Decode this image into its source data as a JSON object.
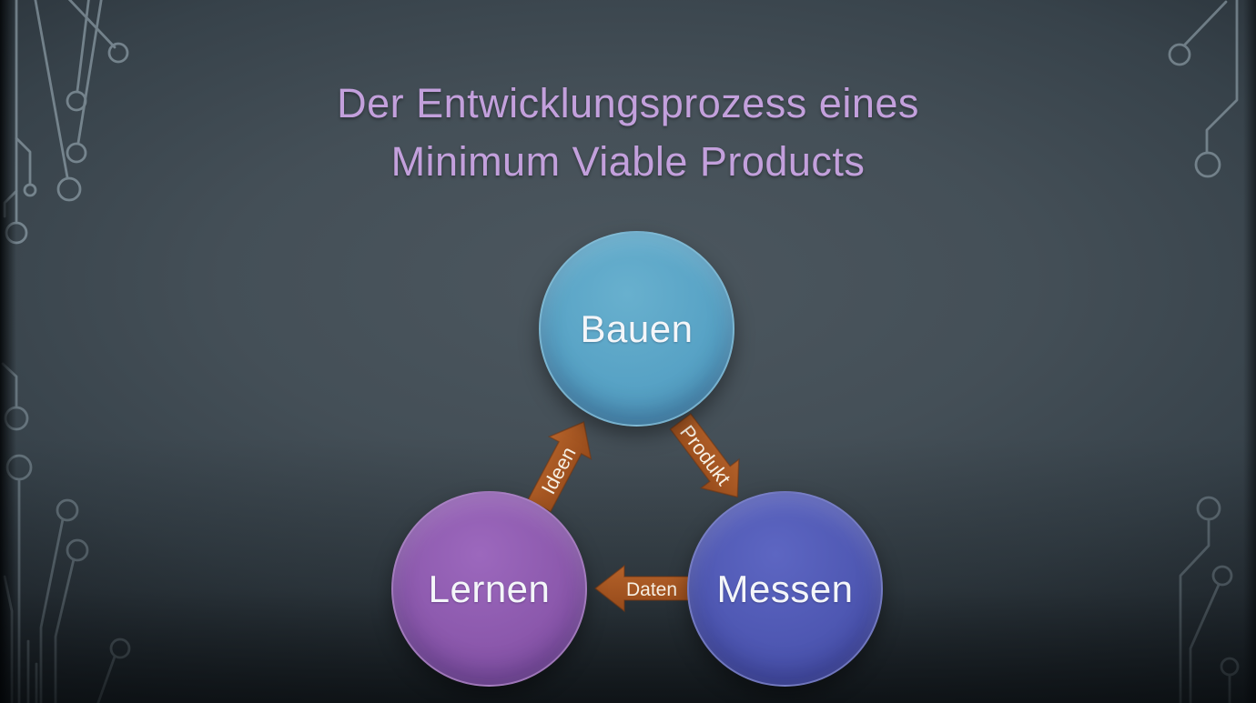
{
  "slide": {
    "title_line1": "Der Entwicklungsprozess eines",
    "title_line2": "Minimum Viable Products",
    "title_color": "#c3a0dc",
    "background_base_color": "#37424a",
    "circuit_line_color": "#a6b8c2"
  },
  "diagram": {
    "type": "cycle",
    "nodes": [
      {
        "id": "bauen",
        "label": "Bauen",
        "color": "#57a2c5"
      },
      {
        "id": "messen",
        "label": "Messen",
        "color": "#4e57b2"
      },
      {
        "id": "lernen",
        "label": "Lernen",
        "color": "#8b58ac"
      }
    ],
    "edges": [
      {
        "from": "bauen",
        "to": "messen",
        "label": "Produkt"
      },
      {
        "from": "messen",
        "to": "lernen",
        "label": "Daten"
      },
      {
        "from": "lernen",
        "to": "bauen",
        "label": "Ideen"
      }
    ],
    "arrow_color": "#a8541f",
    "arrow_label_color": "#f6efe3",
    "node_label_color": "#f4f6f9"
  }
}
